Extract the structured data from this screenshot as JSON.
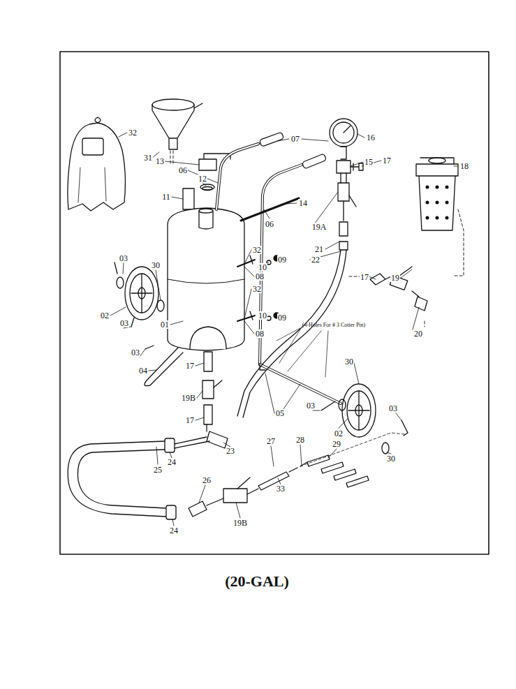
{
  "diagram": {
    "caption": "(20-GAL)",
    "labels": [
      "32",
      "31",
      "13",
      "07",
      "16",
      "06",
      "15",
      "17",
      "18",
      "11",
      "12",
      "14",
      "19A",
      "06",
      "21",
      "03",
      "32",
      "09",
      "10",
      "22",
      "30",
      "08",
      "17",
      "19",
      "02",
      "32",
      "09",
      "10",
      "03",
      "01",
      "08",
      "20",
      "(4-Holes For # 3 Cotter Pin)",
      "03",
      "30",
      "04",
      "17",
      "19B",
      "03",
      "03",
      "05",
      "17",
      "02",
      "27",
      "28",
      "29",
      "23",
      "30",
      "24",
      "25",
      "26",
      "33",
      "19B",
      "24"
    ]
  }
}
